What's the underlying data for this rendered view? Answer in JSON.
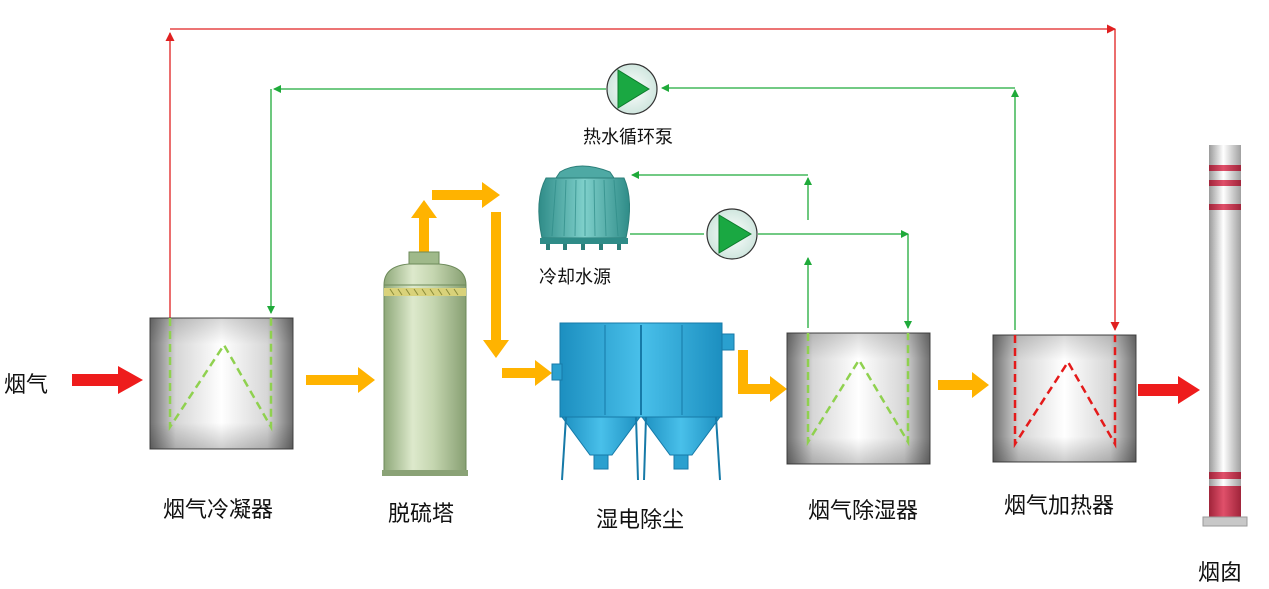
{
  "labels": {
    "inlet": "烟气",
    "condenser": "烟气冷凝器",
    "desulfurization_tower": "脱硫塔",
    "wet_esp": "湿电除尘",
    "dehumidifier": "烟气除湿器",
    "heater": "烟气加热器",
    "chimney": "烟囱",
    "hot_water_pump": "热水循环泵",
    "cooling_water_source": "冷却水源"
  },
  "colors": {
    "flue_gas_hot": "#ee1c1c",
    "flue_gas_flow": "#ffb300",
    "cold_water_line": "#1faa3a",
    "hot_water_line": "#e02020",
    "coil_cool": "#8fd14f",
    "coil_hot": "#e41a1a",
    "pump_fill": "#1aa842",
    "tower_body": "#b9cfa0",
    "esp_body": "#29a6d6"
  },
  "icons": {
    "pump": "pump-icon",
    "cooling_tower": "cooling-tower-icon",
    "chimney": "chimney-icon"
  }
}
